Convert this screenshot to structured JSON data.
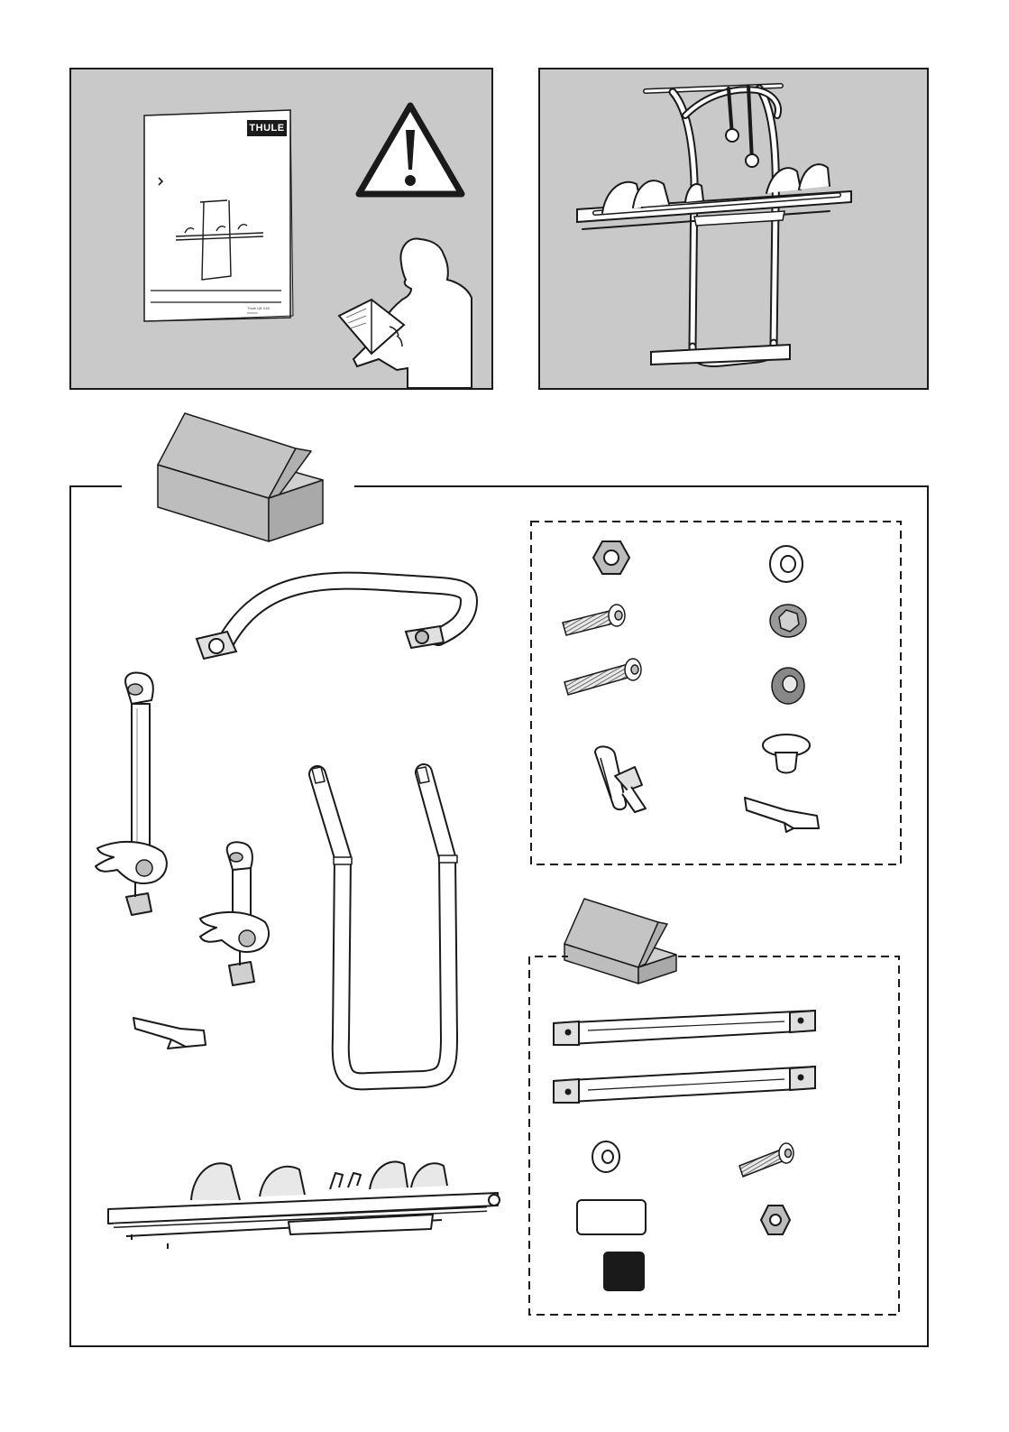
{
  "manual": {
    "brand_logo": "THULE",
    "title_line": "Thule Lift V16",
    "doc_code": "5555555"
  },
  "icons": {
    "warning": "warning-triangle-icon",
    "reader": "person-reading-manual-icon",
    "box": "package-box-icon"
  },
  "colors": {
    "panel_gray": "#c9c9c9",
    "outline": "#1a1a1a",
    "part_gray": "#bdbdbd"
  }
}
